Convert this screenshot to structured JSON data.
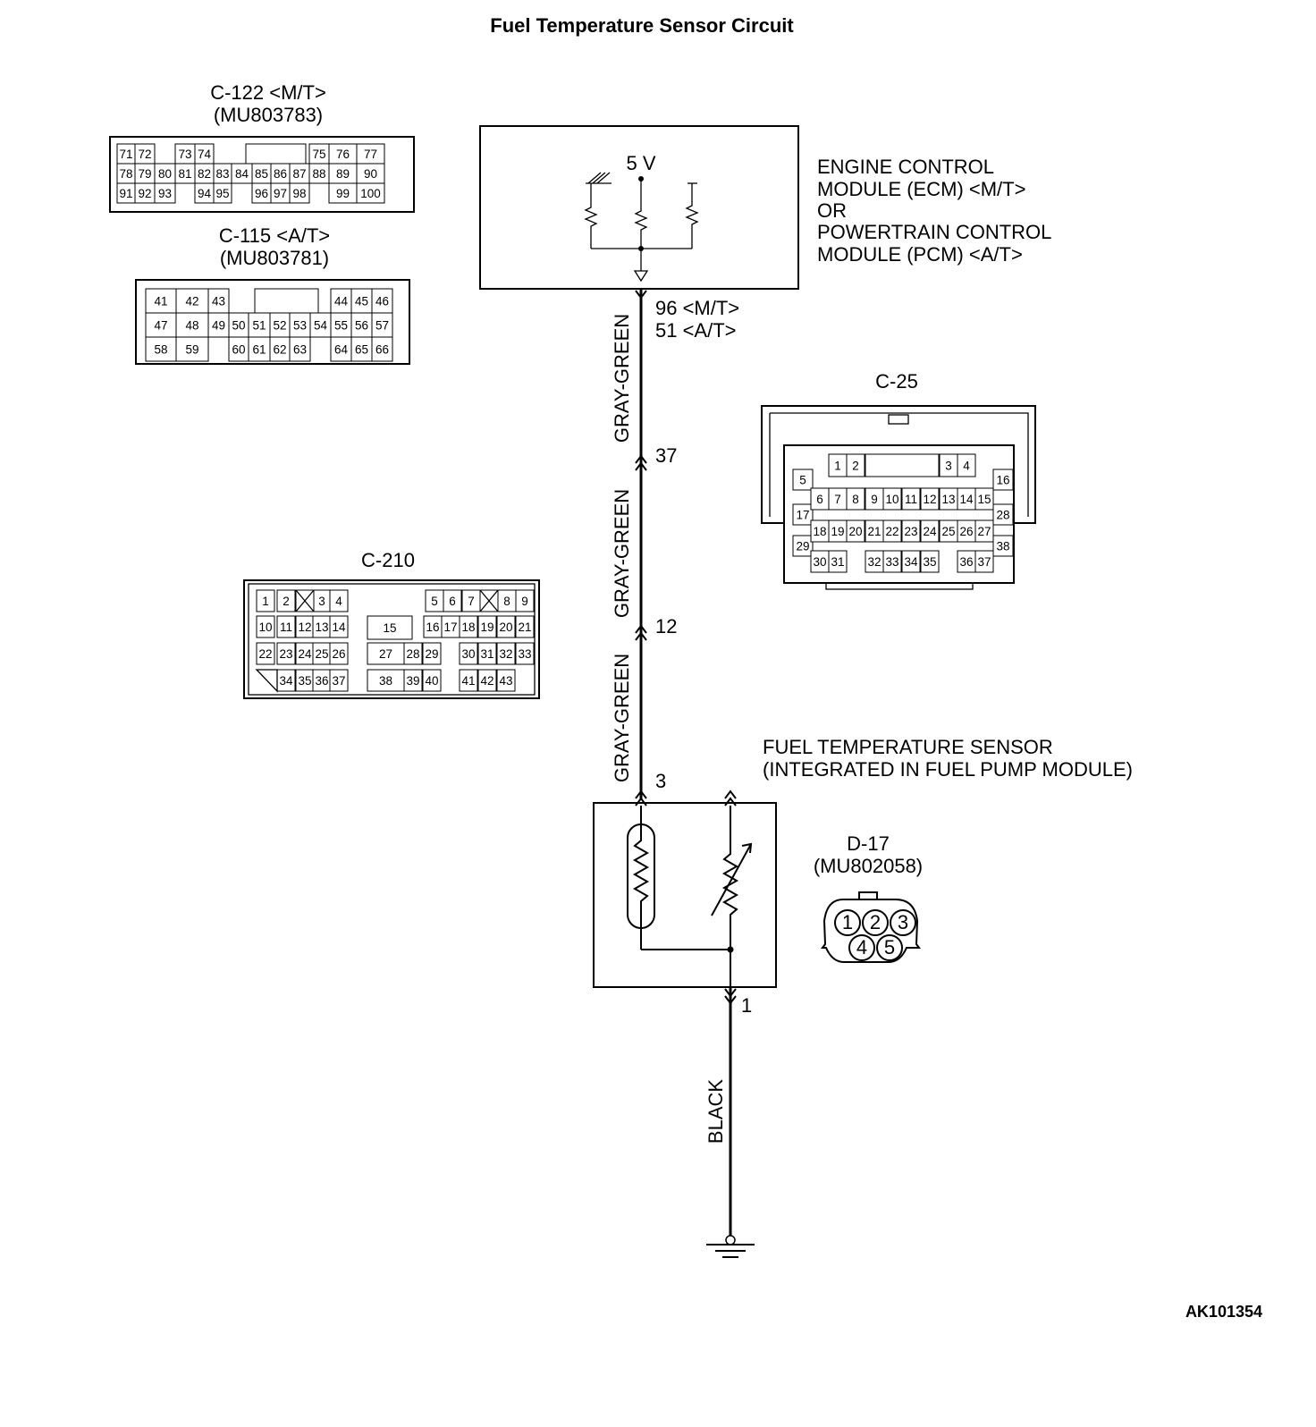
{
  "title": "Fuel Temperature Sensor Circuit",
  "figure_id": "AK101354",
  "connectors": {
    "c122": {
      "name": "C-122 <M/T>",
      "part": "(MU803783)",
      "rows": [
        [
          "71",
          "72",
          "",
          "73",
          "74",
          "",
          "",
          "",
          "",
          "",
          "75",
          "76",
          "77"
        ],
        [
          "78",
          "79",
          "80",
          "81",
          "82",
          "83",
          "84",
          "85",
          "86",
          "87",
          "88",
          "89",
          "90"
        ],
        [
          "91",
          "92",
          "93",
          "",
          "94",
          "95",
          "",
          "96",
          "97",
          "98",
          "",
          "99",
          "100"
        ]
      ]
    },
    "c115": {
      "name": "C-115 <A/T>",
      "part": "(MU803781)",
      "rows": [
        [
          "41",
          "42",
          "43",
          "",
          "",
          "",
          "",
          "",
          "44",
          "45",
          "46"
        ],
        [
          "47",
          "48",
          "49",
          "50",
          "51",
          "52",
          "53",
          "54",
          "55",
          "56",
          "57"
        ],
        [
          "58",
          "59",
          "",
          "60",
          "61",
          "62",
          "63",
          "",
          "64",
          "65",
          "66"
        ]
      ]
    },
    "c210": {
      "name": "C-210",
      "rows": [
        [
          "1",
          "2",
          "",
          "3",
          "4",
          "",
          "5",
          "6",
          "7",
          "",
          "8",
          "9"
        ],
        [
          "10",
          "11",
          "12",
          "13",
          "14",
          "15",
          "16",
          "17",
          "18",
          "19",
          "20",
          "21"
        ],
        [
          "22",
          "23",
          "24",
          "25",
          "26",
          "27",
          "28",
          "29",
          "30",
          "31",
          "32",
          "33"
        ],
        [
          "34",
          "35",
          "36",
          "37",
          "38",
          "39",
          "40",
          "41",
          "42",
          "43"
        ]
      ]
    },
    "c25": {
      "name": "C-25",
      "pins": [
        "1",
        "2",
        "3",
        "4",
        "5",
        "6",
        "7",
        "8",
        "9",
        "10",
        "11",
        "12",
        "13",
        "14",
        "15",
        "16",
        "17",
        "18",
        "19",
        "20",
        "21",
        "22",
        "23",
        "24",
        "25",
        "26",
        "27",
        "28",
        "29",
        "30",
        "31",
        "32",
        "33",
        "34",
        "35",
        "36",
        "37",
        "38"
      ]
    },
    "d17": {
      "name": "D-17",
      "part": "(MU802058)",
      "pins": [
        "1",
        "2",
        "3",
        "4",
        "5"
      ]
    }
  },
  "ecm": {
    "voltage": "5 V",
    "label_lines": [
      "ENGINE CONTROL",
      "MODULE (ECM) <M/T>",
      "OR",
      "POWERTRAIN CONTROL",
      "MODULE (PCM) <A/T>"
    ],
    "pin_mt": "96 <M/T>",
    "pin_at": "51 <A/T>"
  },
  "wires": {
    "segment1": "GRAY-GREEN",
    "segment2": "GRAY-GREEN",
    "segment3": "GRAY-GREEN",
    "ground_wire": "BLACK"
  },
  "junction_pins": {
    "c25": "37",
    "c210": "12",
    "sensor_top": "3",
    "sensor_bottom": "1"
  },
  "sensor": {
    "label_lines": [
      "FUEL TEMPERATURE SENSOR",
      "(INTEGRATED IN FUEL PUMP MODULE)"
    ]
  }
}
